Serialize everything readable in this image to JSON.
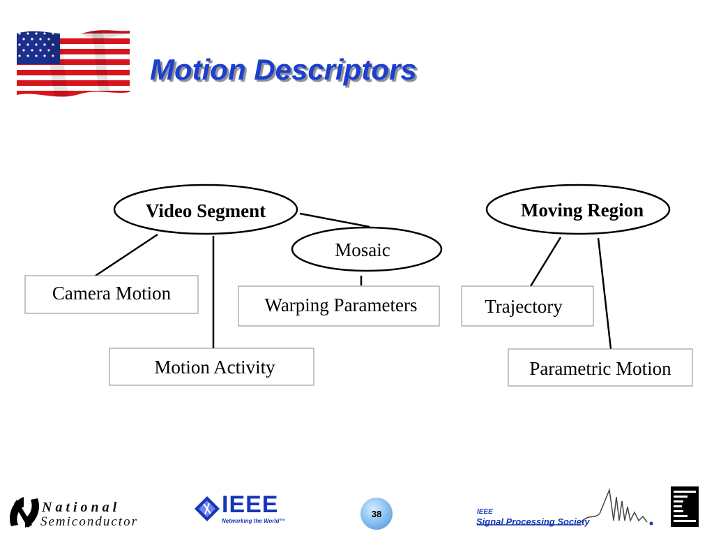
{
  "slide": {
    "title": "Motion Descriptors",
    "page_number": "38"
  },
  "diagram": {
    "ellipses": [
      {
        "id": "video-segment",
        "label": "Video Segment",
        "bold": true
      },
      {
        "id": "mosaic",
        "label": "Mosaic",
        "bold": false
      },
      {
        "id": "moving-region",
        "label": "Moving Region",
        "bold": true
      }
    ],
    "boxes": [
      {
        "id": "camera-motion",
        "label": "Camera Motion"
      },
      {
        "id": "warping-parameters",
        "label": "Warping Parameters"
      },
      {
        "id": "motion-activity",
        "label": "Motion Activity"
      },
      {
        "id": "trajectory",
        "label": "Trajectory"
      },
      {
        "id": "parametric-motion",
        "label": "Parametric Motion"
      }
    ]
  },
  "footer": {
    "national_line1": "National",
    "national_line2": "Semiconductor",
    "ieee_word": "IEEE",
    "ieee_tagline": "Networking the World™",
    "sps_ieee": "IEEE",
    "sps_name": "Signal Processing Society"
  },
  "colors": {
    "title": "#1a3fd1",
    "ieee_blue": "#1536b8",
    "flag_red": "#d8141f",
    "flag_blue": "#1c2f8c"
  }
}
